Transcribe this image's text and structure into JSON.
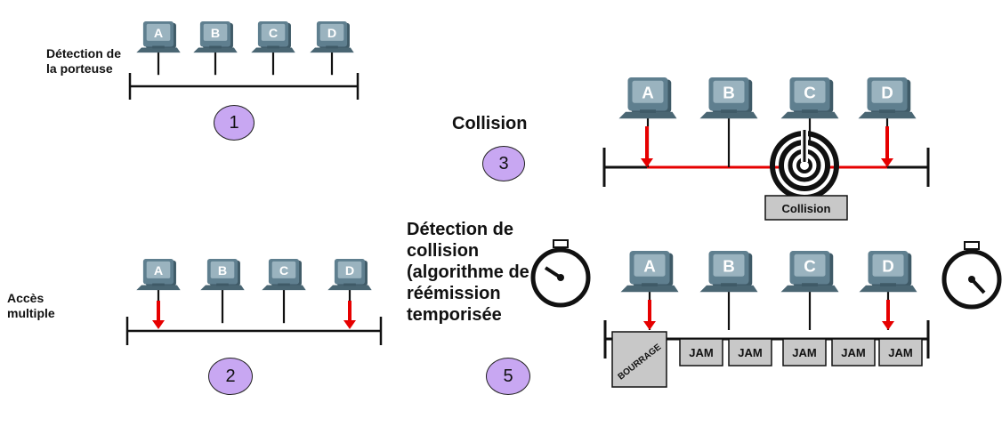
{
  "colors": {
    "pc_body": "#5f7f8f",
    "pc_light": "#9ab3bf",
    "pc_screen": "#b7c8d1",
    "signal_red": "#e60000",
    "step_circle": "#c8a7f2",
    "box_fill": "#c8c8c8"
  },
  "labels": {
    "carrier_sense": "Détection de\nla porteuse",
    "multiple_access": "Accès\nmultiple",
    "collision": "Collision",
    "collision_detection": "Détection de\ncollision\n(algorithme de\nréémission\ntemporisée"
  },
  "steps": [
    "1",
    "2",
    "3",
    "5"
  ],
  "stations": [
    "A",
    "B",
    "C",
    "D"
  ],
  "collision_box": "Collision",
  "jam_box": "BOURRAGE",
  "jam_signals": [
    "JAM",
    "JAM",
    "JAM",
    "JAM",
    "JAM"
  ],
  "icons": [
    "computer-icon",
    "down-arrow-icon",
    "collision-wave-icon",
    "stopwatch-icon"
  ]
}
